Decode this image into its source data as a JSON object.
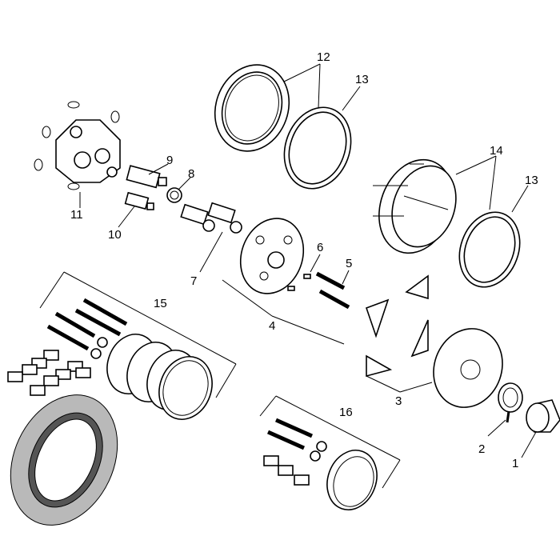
{
  "diagram": {
    "callouts": [
      "1",
      "2",
      "3",
      "4",
      "5",
      "6",
      "7",
      "8",
      "9",
      "10",
      "11",
      "12",
      "13",
      "14",
      "15",
      "16"
    ],
    "callout_13_repeat": "13",
    "colors": {
      "stroke": "#000000",
      "background": "#ffffff",
      "gasket_gray": "#b9b9b9",
      "gasket_dark": "#555555"
    }
  }
}
